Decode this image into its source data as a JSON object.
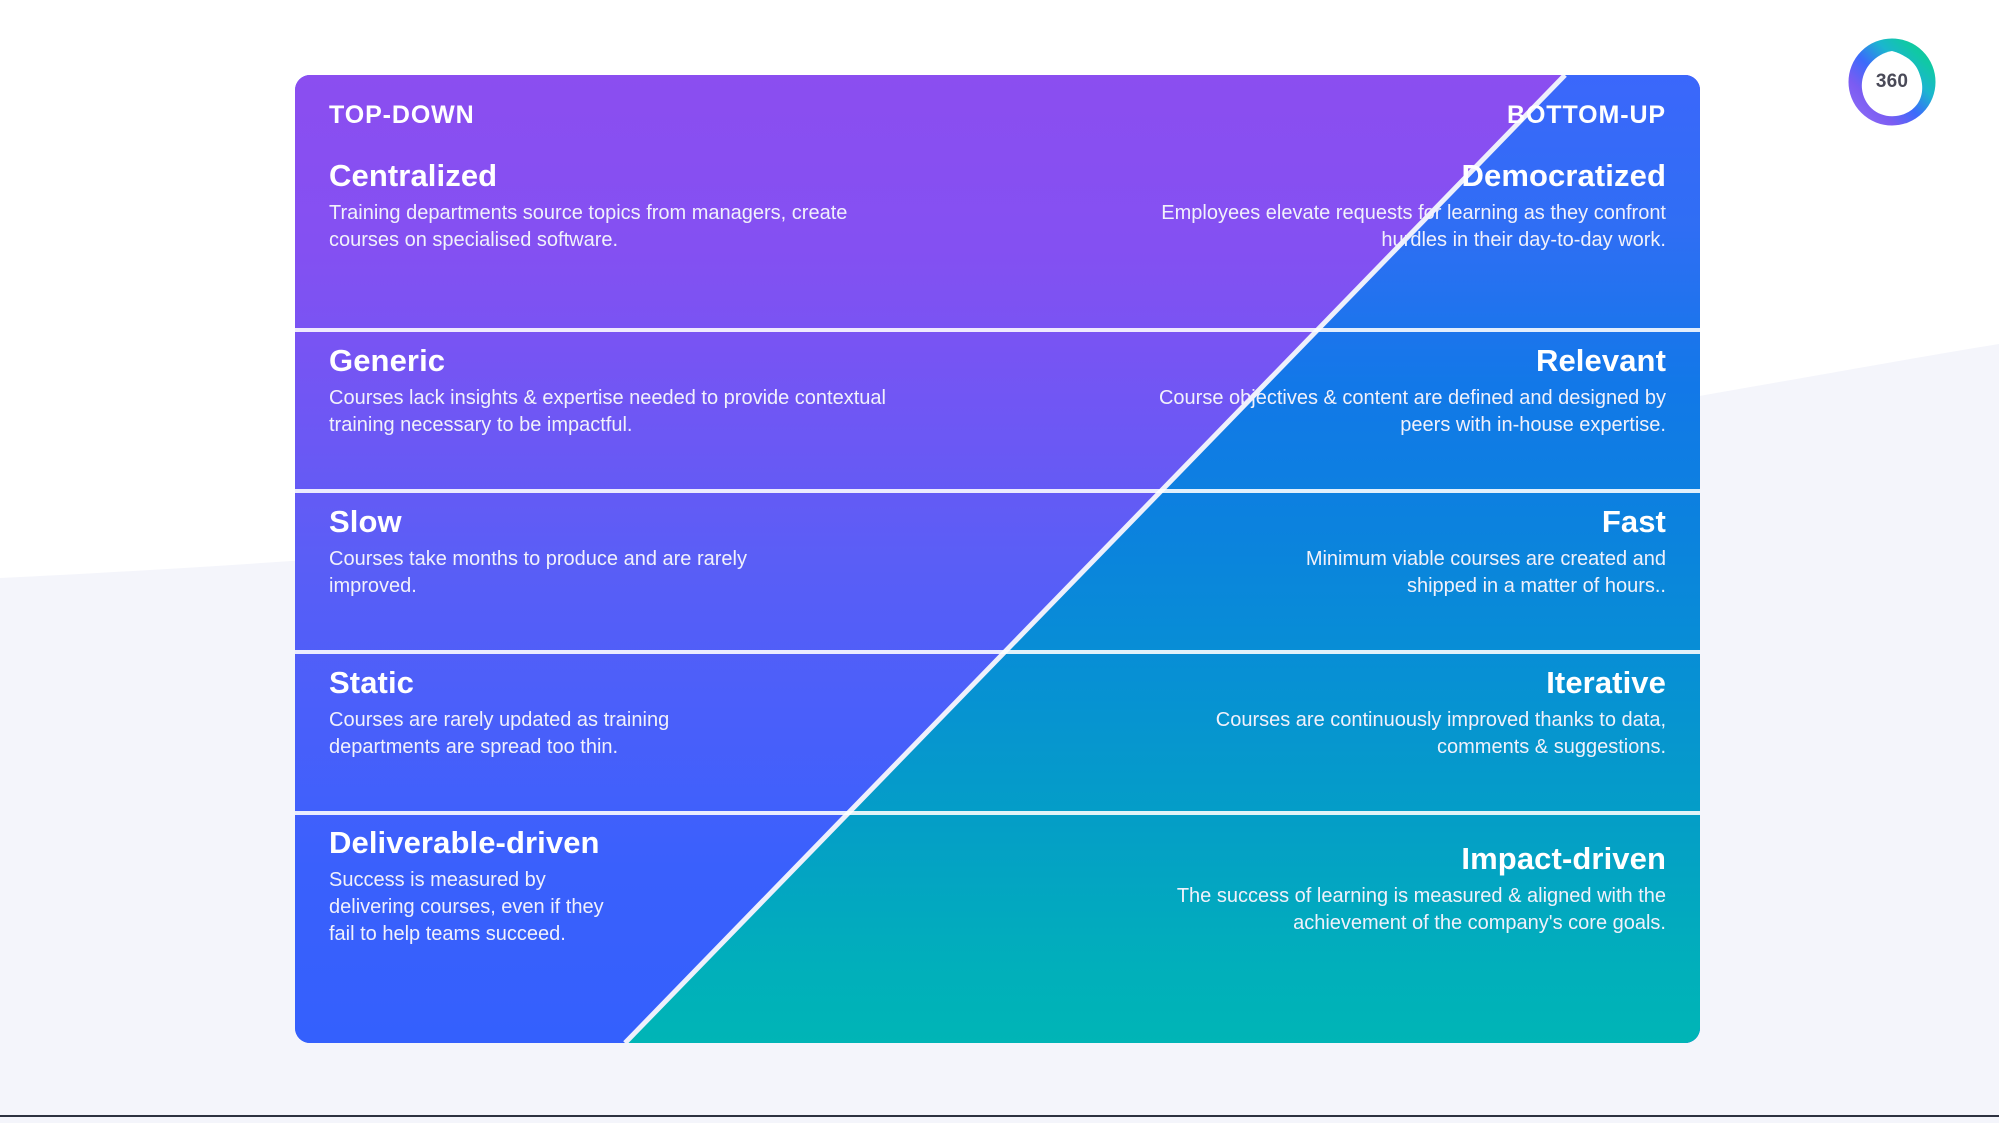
{
  "logo": {
    "label": "360",
    "colors": {
      "purple": "#8b4ef0",
      "blue": "#3b6bfb",
      "teal": "#0dc9a8",
      "green": "#15c39a"
    }
  },
  "theme": {
    "background": "#ffffff",
    "background_curve": "#f4f5fb",
    "rule": "#2d3240",
    "left_gradient_start": "#8b4ef0",
    "left_gradient_end": "#3460fd",
    "right_gradient_start": "#3b67fb",
    "right_gradient_end": "#00b5b6",
    "divider": "#ffffff"
  },
  "matrix": {
    "left_heading": "TOP-DOWN",
    "right_heading": "BOTTOM-UP",
    "rows": [
      {
        "left": {
          "title": "Centralized",
          "description": "Training departments source topics from managers, create courses on specialised software."
        },
        "right": {
          "title": "Democratized",
          "description": "Employees elevate requests for learning as they confront hurdles in their day-to-day work."
        }
      },
      {
        "left": {
          "title": "Generic",
          "description": "Courses lack insights & expertise needed to provide contextual training necessary to be impactful."
        },
        "right": {
          "title": "Relevant",
          "description": "Course objectives & content are defined and designed by peers with in-house expertise."
        }
      },
      {
        "left": {
          "title": "Slow",
          "description": "Courses take months to produce and are rarely improved."
        },
        "right": {
          "title": "Fast",
          "description": "Minimum viable courses are created and shipped in a matter of hours.."
        }
      },
      {
        "left": {
          "title": "Static",
          "description": "Courses are rarely updated as training departments are spread too thin."
        },
        "right": {
          "title": "Iterative",
          "description": "Courses are continuously improved thanks to data, comments & suggestions."
        }
      },
      {
        "left": {
          "title": "Deliverable-driven",
          "description": "Success is measured by delivering courses, even if they fail to help teams succeed."
        },
        "right": {
          "title": "Impact-driven",
          "description": "The success of learning is measured & aligned with the achievement of the company's core goals."
        }
      }
    ]
  }
}
